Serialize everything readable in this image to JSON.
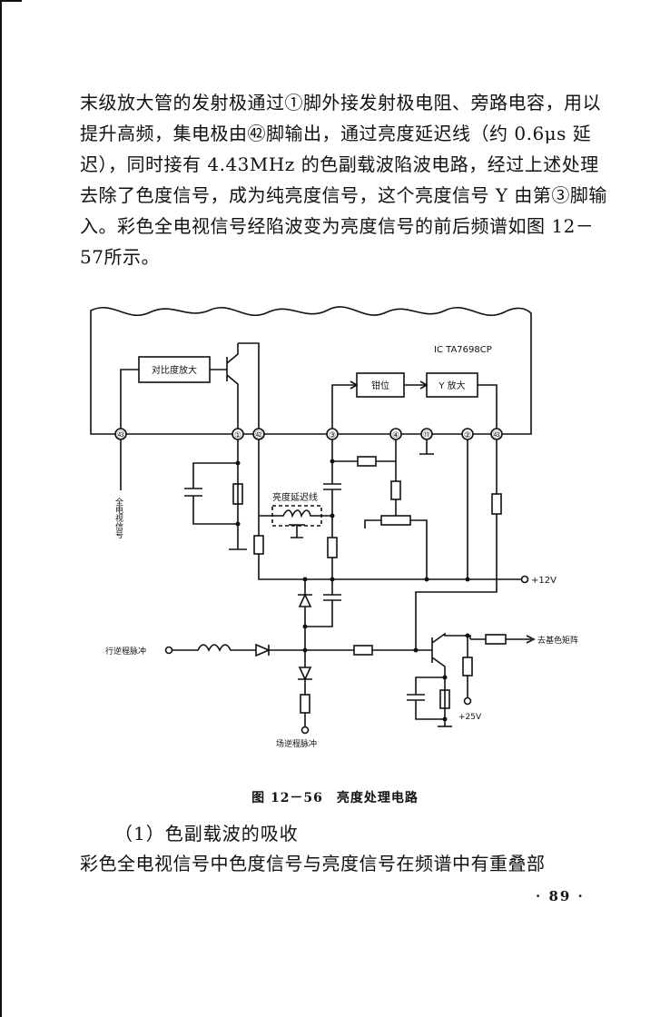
{
  "paragraph_1": "末级放大管的发射极通过①脚外接发射极电阻、旁路电容，用以提升高频，集电极由㊷脚输出，通过亮度延迟线（约 0.6μs 延迟），同时接有 4.43MHz 的色副载波陷波电路，经过上述处理去除了色度信号，成为纯亮度信号，这个亮度信号 Y 由第③脚输入。彩色全电视信号经陷波变为亮度信号的前后频谱如图 12－57所示。",
  "figure": {
    "ic_label": "IC TA7698CP",
    "blocks": {
      "contrast_amp": "对比度放大",
      "clamp": "钳位",
      "y_amp": "Y 放大"
    },
    "pins": [
      "㊸",
      "①",
      "㊷",
      "③",
      "④",
      "⑪",
      "②",
      "㊸"
    ],
    "labels": {
      "input_signal": "全电视信号",
      "delay_line": "亮度延迟线",
      "supply_12v": "+12V",
      "to_matrix": "去基色矩阵",
      "h_flyback": "行逆程脉冲",
      "supply_25v": "+25V",
      "v_flyback": "场逆程脉冲"
    },
    "caption": "图 12－56　亮度处理电路"
  },
  "section_heading": "（1）色副载波的吸收",
  "paragraph_2": "彩色全电视信号中色度信号与亮度信号在频谱中有重叠部",
  "page_number": "· 89 ·"
}
